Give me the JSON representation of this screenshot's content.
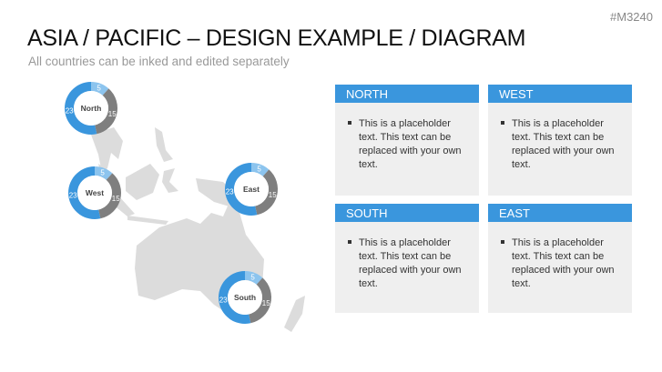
{
  "header": {
    "title": "ASIA / PACIFIC – DESIGN EXAMPLE / DIAGRAM",
    "subtitle": "All countries can be inked and edited separately",
    "code": "#M3240"
  },
  "colors": {
    "accent": "#3a96dd",
    "light": "#8cc4ee",
    "gray": "#7f7f7f",
    "map": "#dcdcdc",
    "panel": "#efefef"
  },
  "donuts": [
    {
      "label": "North",
      "values": [
        5,
        15,
        23
      ]
    },
    {
      "label": "West",
      "values": [
        5,
        15,
        23
      ]
    },
    {
      "label": "East",
      "values": [
        5,
        15,
        23
      ]
    },
    {
      "label": "South",
      "values": [
        5,
        15,
        23
      ]
    }
  ],
  "boxes": [
    {
      "title": "NORTH",
      "text": "This is a placeholder text. This text can be replaced with your own text."
    },
    {
      "title": "WEST",
      "text": "This is a placeholder text. This text can be replaced with your own text."
    },
    {
      "title": "SOUTH",
      "text": "This is a placeholder text. This text can be replaced with your own text."
    },
    {
      "title": "EAST",
      "text": "This is a placeholder text. This text can be replaced with your own text."
    }
  ]
}
